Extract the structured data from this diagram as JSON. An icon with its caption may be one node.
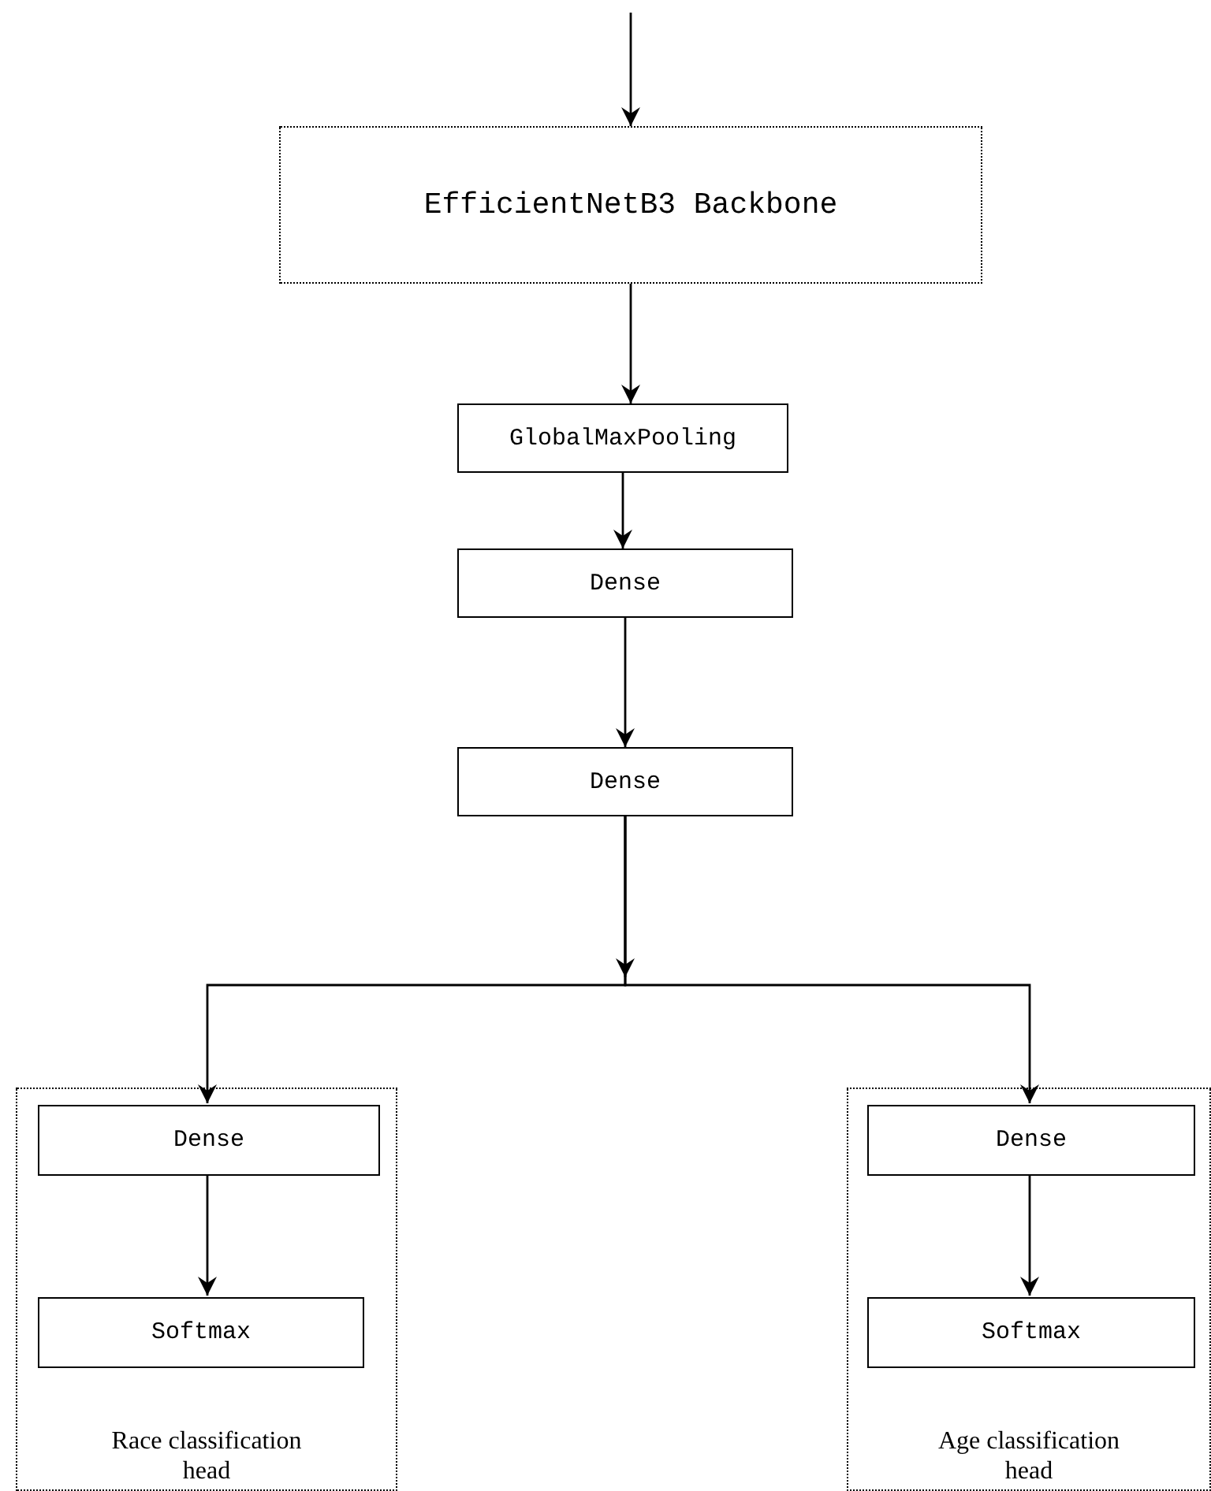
{
  "diagram": {
    "nodes": [
      {
        "text": [
          "EfficientNetB3 Backbone"
        ]
      },
      {
        "text": [
          "GlobalMaxPooling"
        ]
      },
      {
        "text": [
          "Dense"
        ]
      },
      {
        "text": [
          "Dense"
        ]
      },
      {
        "text": [
          "Race classification head"
        ]
      },
      {
        "text": [
          "Dense"
        ],
        "in": 4
      },
      {
        "text": [
          "Softmax"
        ],
        "in": 4
      },
      {
        "text": [
          "Age classification head"
        ]
      },
      {
        "text": [
          "Dense"
        ],
        "in": 7
      },
      {
        "text": [
          "Softmax"
        ],
        "in": 7
      }
    ],
    "edges": [
      {
        "from": null,
        "to": 0,
        "arrow": "to"
      },
      {
        "from": 0,
        "to": 1,
        "arrow": "to"
      },
      {
        "from": 1,
        "to": 2,
        "arrow": "to"
      },
      {
        "from": 2,
        "to": 3,
        "arrow": "to"
      },
      {
        "from": 3,
        "to": 5,
        "arrow": "to"
      },
      {
        "from": 3,
        "to": 8,
        "arrow": "to"
      },
      {
        "from": 5,
        "to": 6,
        "arrow": "to"
      },
      {
        "from": 8,
        "to": 9,
        "arrow": "to"
      }
    ]
  }
}
